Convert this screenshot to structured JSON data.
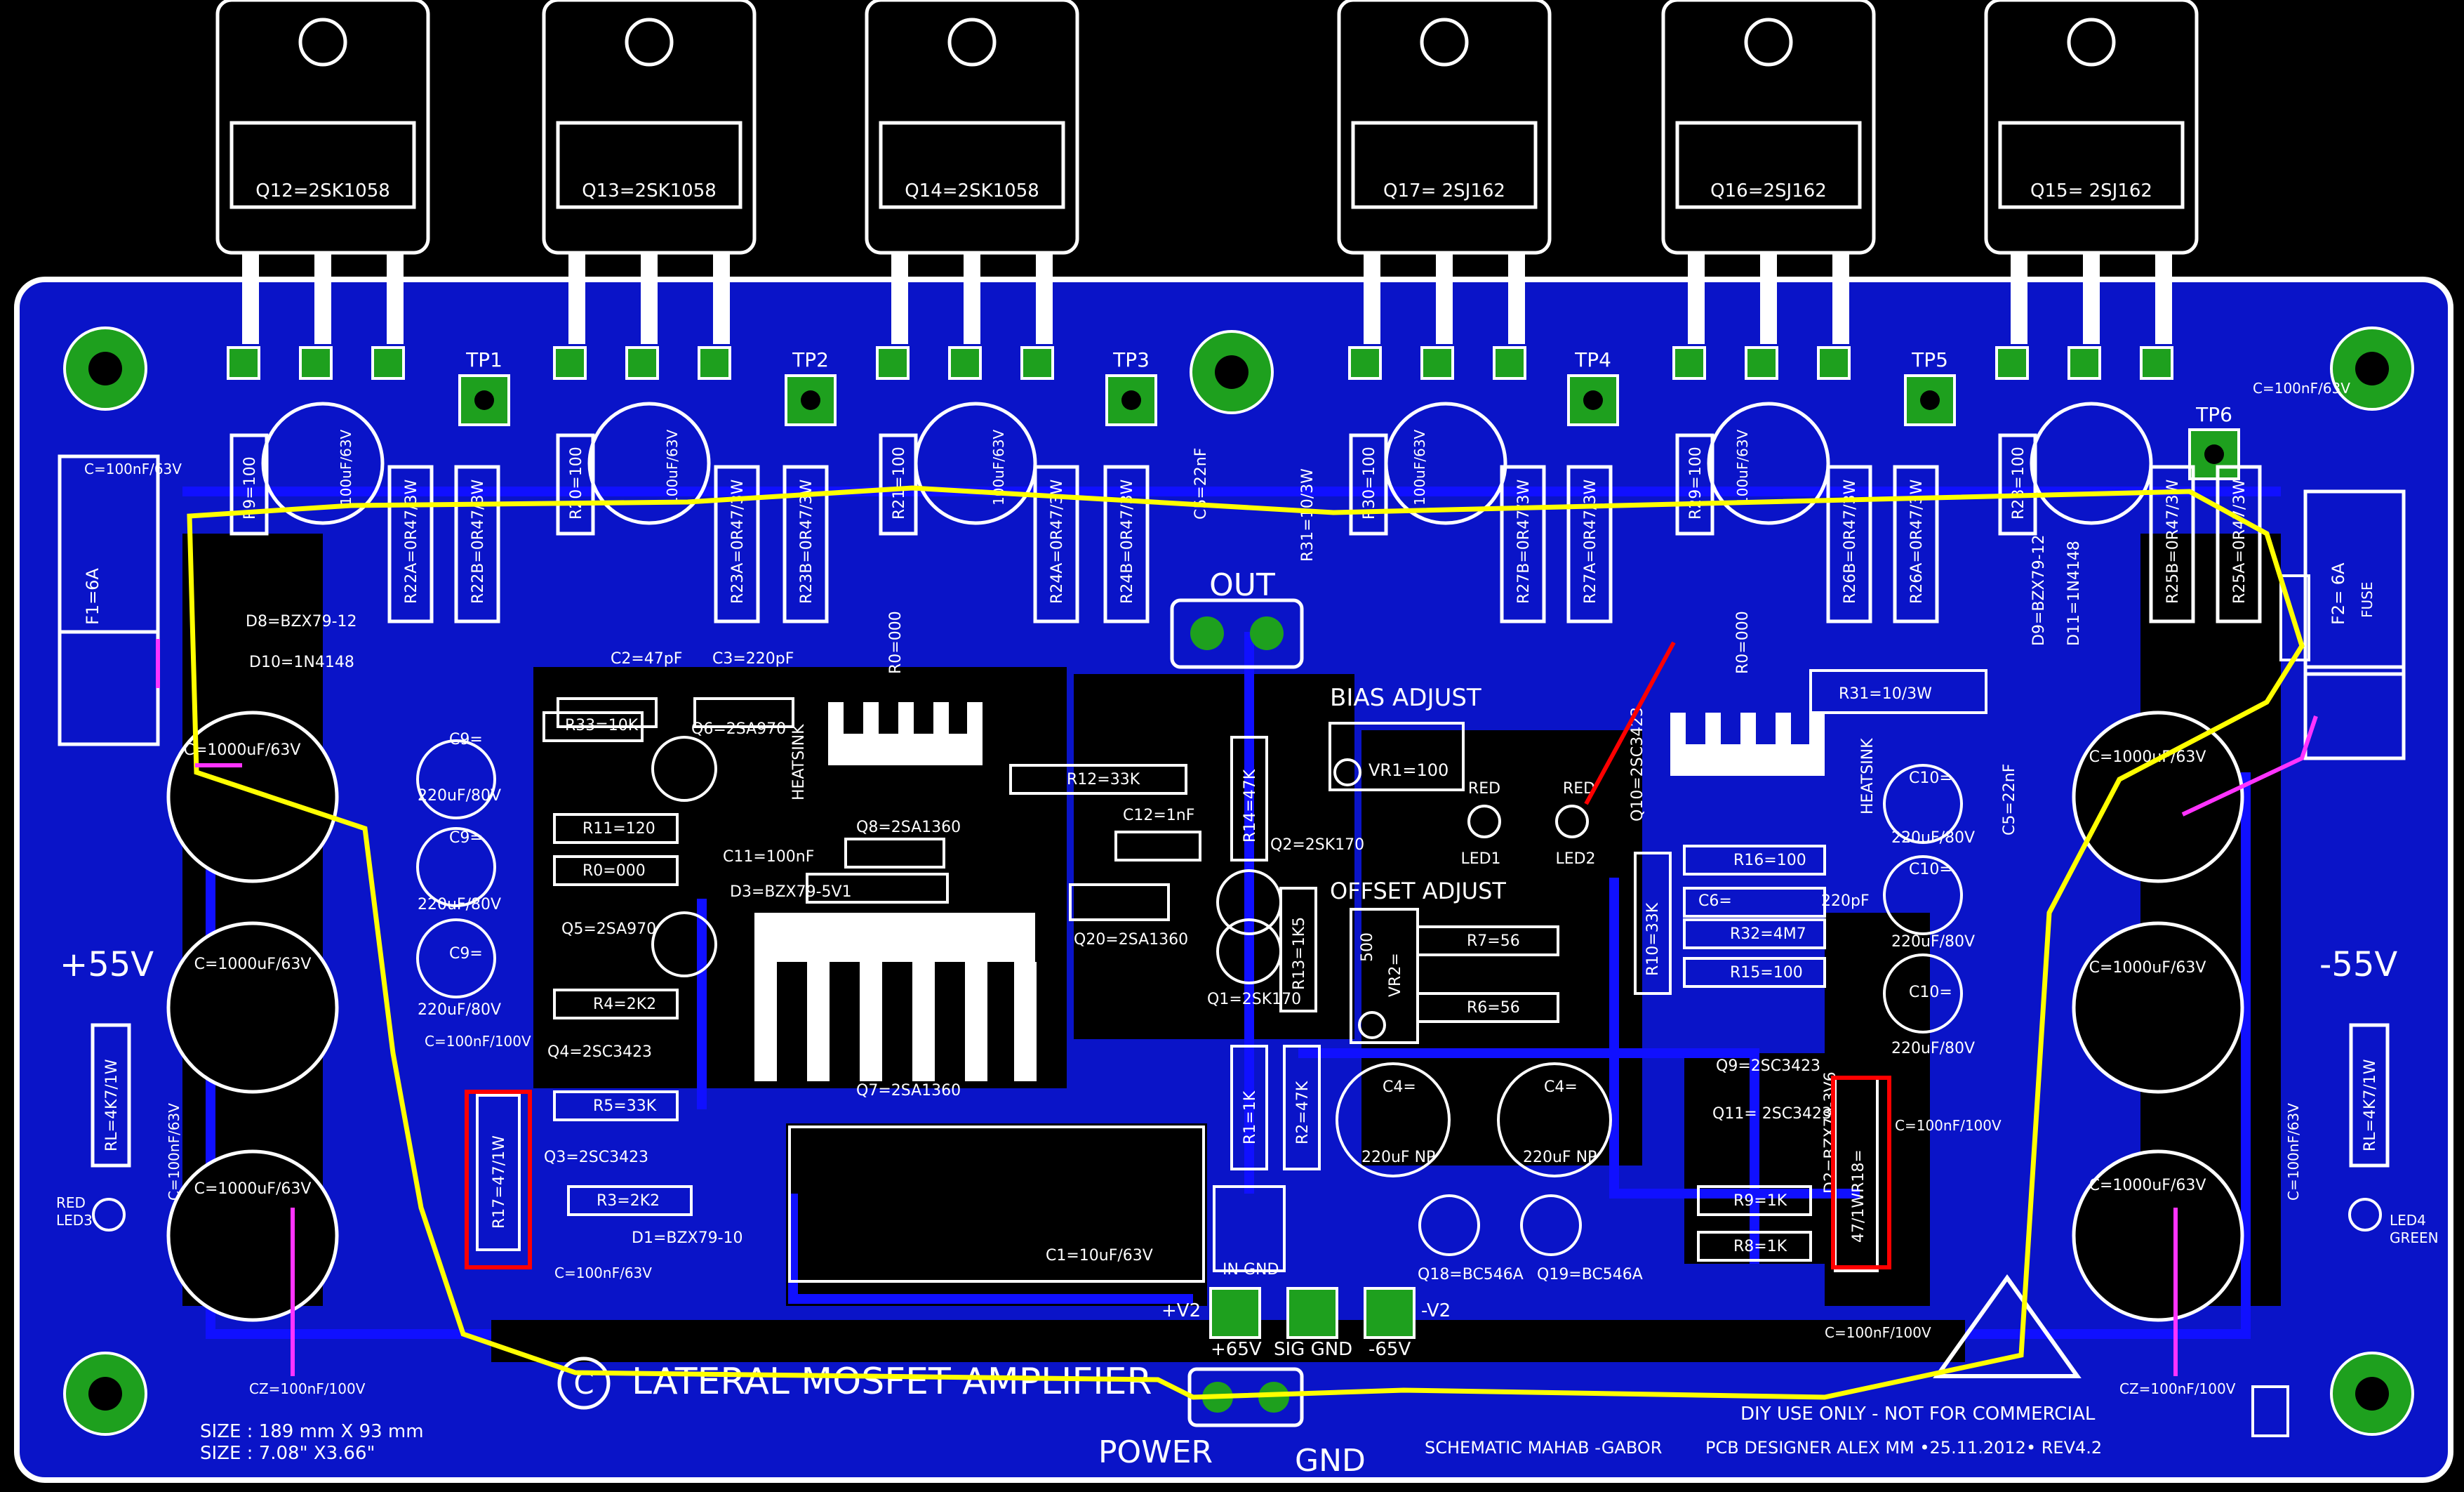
{
  "colors": {
    "background": "#000000",
    "board": "#0a14c8",
    "trace": "#0000ff",
    "pad": "#1ea01e",
    "silkscreen": "#ffffff",
    "highlight_yellow": "#ffff00",
    "highlight_red": "#ff0000",
    "highlight_magenta": "#ff33ff"
  },
  "transistors": [
    {
      "label": "Q12=2SK1058"
    },
    {
      "label": "Q13=2SK1058"
    },
    {
      "label": "Q14=2SK1058"
    },
    {
      "label": "Q17= 2SJ162"
    },
    {
      "label": "Q16=2SJ162"
    },
    {
      "label": "Q15= 2SJ162"
    }
  ],
  "test_points": [
    "TP1",
    "TP2",
    "TP3",
    "TP4",
    "TP5",
    "TP6"
  ],
  "labels": {
    "out": "OUT",
    "bias_adjust": "BIAS ADJUST",
    "vr1": "VR1=100",
    "offset_adjust": "OFFSET ADJUST",
    "vr2": "VR2=",
    "vr2_val": "500",
    "plus55": "+55V",
    "minus55": "-55V",
    "title": "LATERAL MOSFET AMPLIFIER",
    "power": "POWER",
    "gnd": "GND",
    "size_mm": "SIZE : 189 mm X 93 mm",
    "size_in": "SIZE : 7.08\" X3.66\"",
    "schematic": "SCHEMATIC MAHAB -GABOR",
    "designer": "PCB DESIGNER ALEX MM •25.11.2012• REV4.2",
    "diy": "DIY USE ONLY - NOT FOR COMMERCIAL",
    "in_gnd": "IN GND",
    "plus65": "+65V",
    "sig_gnd": "SIG GND",
    "minus65": "-65V",
    "plusv2": "+V2",
    "minusv2": "-V2",
    "fuse1": "F1=6A",
    "fuse2": "F2= 6A",
    "fuse": "FUSE",
    "led1": "LED1",
    "led2": "LED2",
    "red": "RED",
    "led3": "LED3",
    "led4": "LED4",
    "green": "GREEN",
    "rl_left": "RL=4K7/1W",
    "rl_right": "RL=4K7/1W",
    "heatsink": "HEATSINK",
    "copyright": "C"
  },
  "components": {
    "c_big": "C=1000uF/63V",
    "c100n63": "C=100nF/63V",
    "c100n100": "C=100nF/100V",
    "cz": "CZ=100nF/100V",
    "c9": "C9=",
    "c220_80": "220uF/80V",
    "c10": "C10=",
    "r33": "R33=10K",
    "r11": "R11=120",
    "r0": "R0=000",
    "r4": "R4=2K2",
    "r5": "R5=33K",
    "r3": "R3=2K2",
    "r17": "R17=47/1W",
    "r12": "R12=33K",
    "r14": "R14=47K",
    "r13": "R13=1K5",
    "r1": "R1=1K",
    "r2": "R2=47K",
    "r7": "R7=56",
    "r6": "R6=56",
    "r16": "R16=100",
    "r32": "R32=4M7",
    "r15": "R15=100",
    "r10": "R10=33K",
    "r9": "R9=1K",
    "r8": "R8=1K",
    "r31": "R31=10/3W",
    "r31b": "R31=10/3W",
    "r18": "47/1WR18=",
    "c2": "C2=47pF",
    "c3": "C3=220pF",
    "c11": "C11=100nF",
    "c12": "C12=1nF",
    "c1": "C1=10uF/63V",
    "c4": "C4=",
    "c4v": "220uF NP",
    "c5": "C5=22nF",
    "c6": "C6=",
    "c6v": "220pF",
    "d8": "D8=BZX79-12",
    "d10": "D10=1N4148",
    "d9": "D9=BZX79-12",
    "d11": "D11=1N4148",
    "d3": "D3=BZX79-5V1",
    "d1": "D1=BZX79-10",
    "d2": "D2=BZX79-3V6",
    "q6": "Q6=2SA970",
    "q5": "Q5=2SA970",
    "q4": "Q4=2SC3423",
    "q3": "Q3=2SC3423",
    "q8": "Q8=2SA1360",
    "q7": "Q7=2SA1360",
    "q20": "Q20=2SA1360",
    "q2": "Q2=2SK170",
    "q1": "Q1=2SK170",
    "q10": "Q10=2SC3423",
    "q9": "Q9=2SC3423",
    "q11": "Q11= 2SC3423",
    "q18": "Q18=BC546A",
    "q19": "Q19=BC546A",
    "r9a": "R9=100",
    "r20": "R20=100",
    "r21": "R21=100",
    "r30": "R30=100",
    "r29": "R29=100",
    "r28": "R28=100",
    "r22a": "R22A=0R47/3W",
    "r22b": "R22B=0R47/3W",
    "r23a": "R23A=0R47/3W",
    "r23b": "R23B=0R47/3W",
    "r24a": "R24A=0R47/3W",
    "r24b": "R24B=0R47/3W",
    "r27b": "R27B=0R47/3W",
    "r27a": "R27A=0R47/3W",
    "r26b": "R26B=0R47/3W",
    "r26a": "R26A=0R47/3W",
    "r25b": "R25B=0R47/3W",
    "r25a": "R25A=0R47/3W",
    "c100u63": "100uF/63V",
    "r0b": "R0=000"
  }
}
